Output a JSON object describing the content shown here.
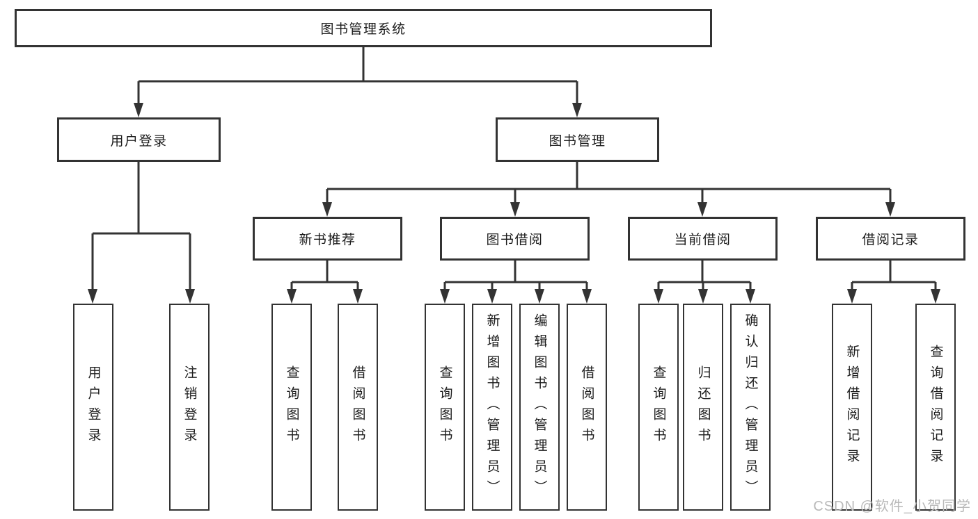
{
  "tree": {
    "root": {
      "label": "图书管理系统"
    },
    "level2": [
      {
        "label": "用户登录"
      },
      {
        "label": "图书管理"
      }
    ],
    "level3": [
      {
        "label": "新书推荐",
        "parent": "图书管理"
      },
      {
        "label": "图书借阅",
        "parent": "图书管理"
      },
      {
        "label": "当前借阅",
        "parent": "图书管理"
      },
      {
        "label": "借阅记录",
        "parent": "图书管理"
      }
    ],
    "leaves": [
      {
        "label": "用户登录",
        "parent": "用户登录"
      },
      {
        "label": "注销登录",
        "parent": "用户登录"
      },
      {
        "label": "查询图书",
        "parent": "新书推荐"
      },
      {
        "label": "借阅图书",
        "parent": "新书推荐"
      },
      {
        "label": "查询图书",
        "parent": "图书借阅"
      },
      {
        "label": "新增图书（管理员）",
        "parent": "图书借阅"
      },
      {
        "label": "编辑图书（管理员）",
        "parent": "图书借阅"
      },
      {
        "label": "借阅图书",
        "parent": "图书借阅"
      },
      {
        "label": "查询图书",
        "parent": "当前借阅"
      },
      {
        "label": "归还图书",
        "parent": "当前借阅"
      },
      {
        "label": "确认归还（管理员）",
        "parent": "当前借阅"
      },
      {
        "label": "新增借阅记录",
        "parent": "借阅记录"
      },
      {
        "label": "查询借阅记录",
        "parent": "借阅记录"
      }
    ]
  },
  "watermark": "CSDN @软件_小贺同学",
  "colors": {
    "line": "#333333",
    "text": "#1c1c1c",
    "watermark": "#b9b9b9",
    "background": "#ffffff"
  }
}
